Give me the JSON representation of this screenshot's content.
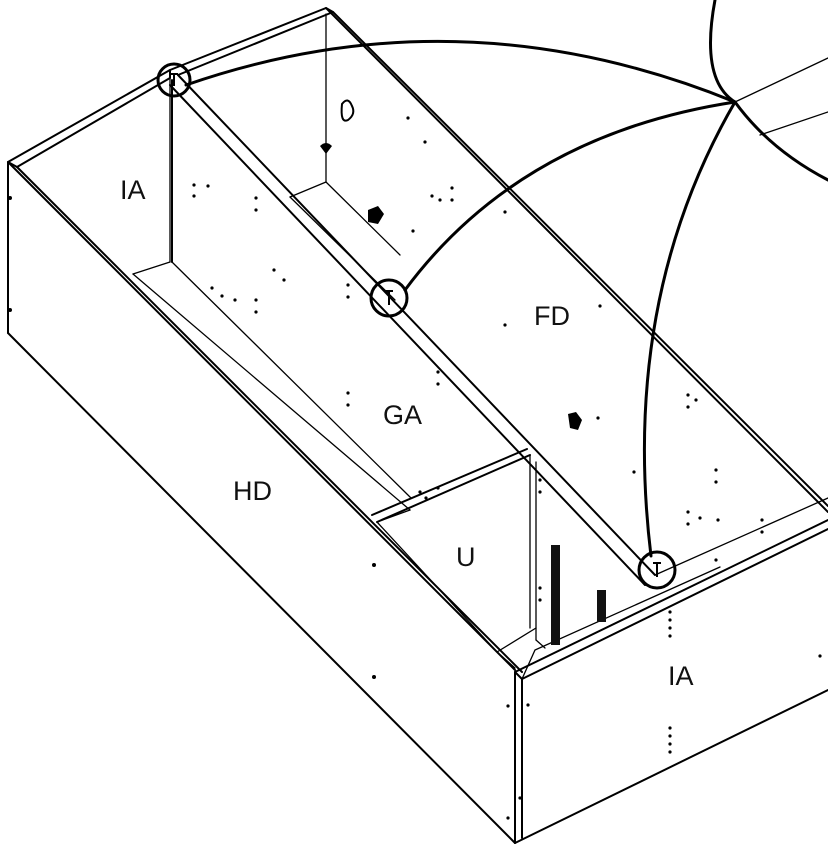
{
  "colors": {
    "line": "#000000",
    "background": "#ffffff",
    "label": "#111111"
  },
  "labels": {
    "ia_top": "IA",
    "ia_front": "IA",
    "fd": "FD",
    "ga": "GA",
    "hd": "HD",
    "u": "U"
  },
  "callouts": [
    {
      "name": "top-left-screw",
      "icon": "screw-icon"
    },
    {
      "name": "middle-screw",
      "icon": "screw-icon"
    },
    {
      "name": "front-screw",
      "icon": "screw-icon"
    }
  ]
}
